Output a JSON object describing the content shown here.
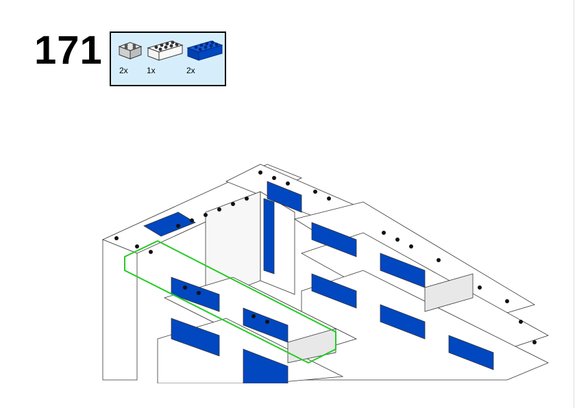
{
  "step": {
    "number": "171"
  },
  "parts_list": [
    {
      "name": "light-gray-2x2-brick",
      "qty": "2x",
      "color": "#d0d0d0"
    },
    {
      "name": "white-2x4-brick",
      "qty": "1x",
      "color": "#ffffff"
    },
    {
      "name": "blue-2x4-brick",
      "qty": "2x",
      "color": "#0047c0"
    }
  ],
  "colors": {
    "blue": "#0047c0",
    "highlight": "#22cc22",
    "panel": "#d6eefc"
  }
}
